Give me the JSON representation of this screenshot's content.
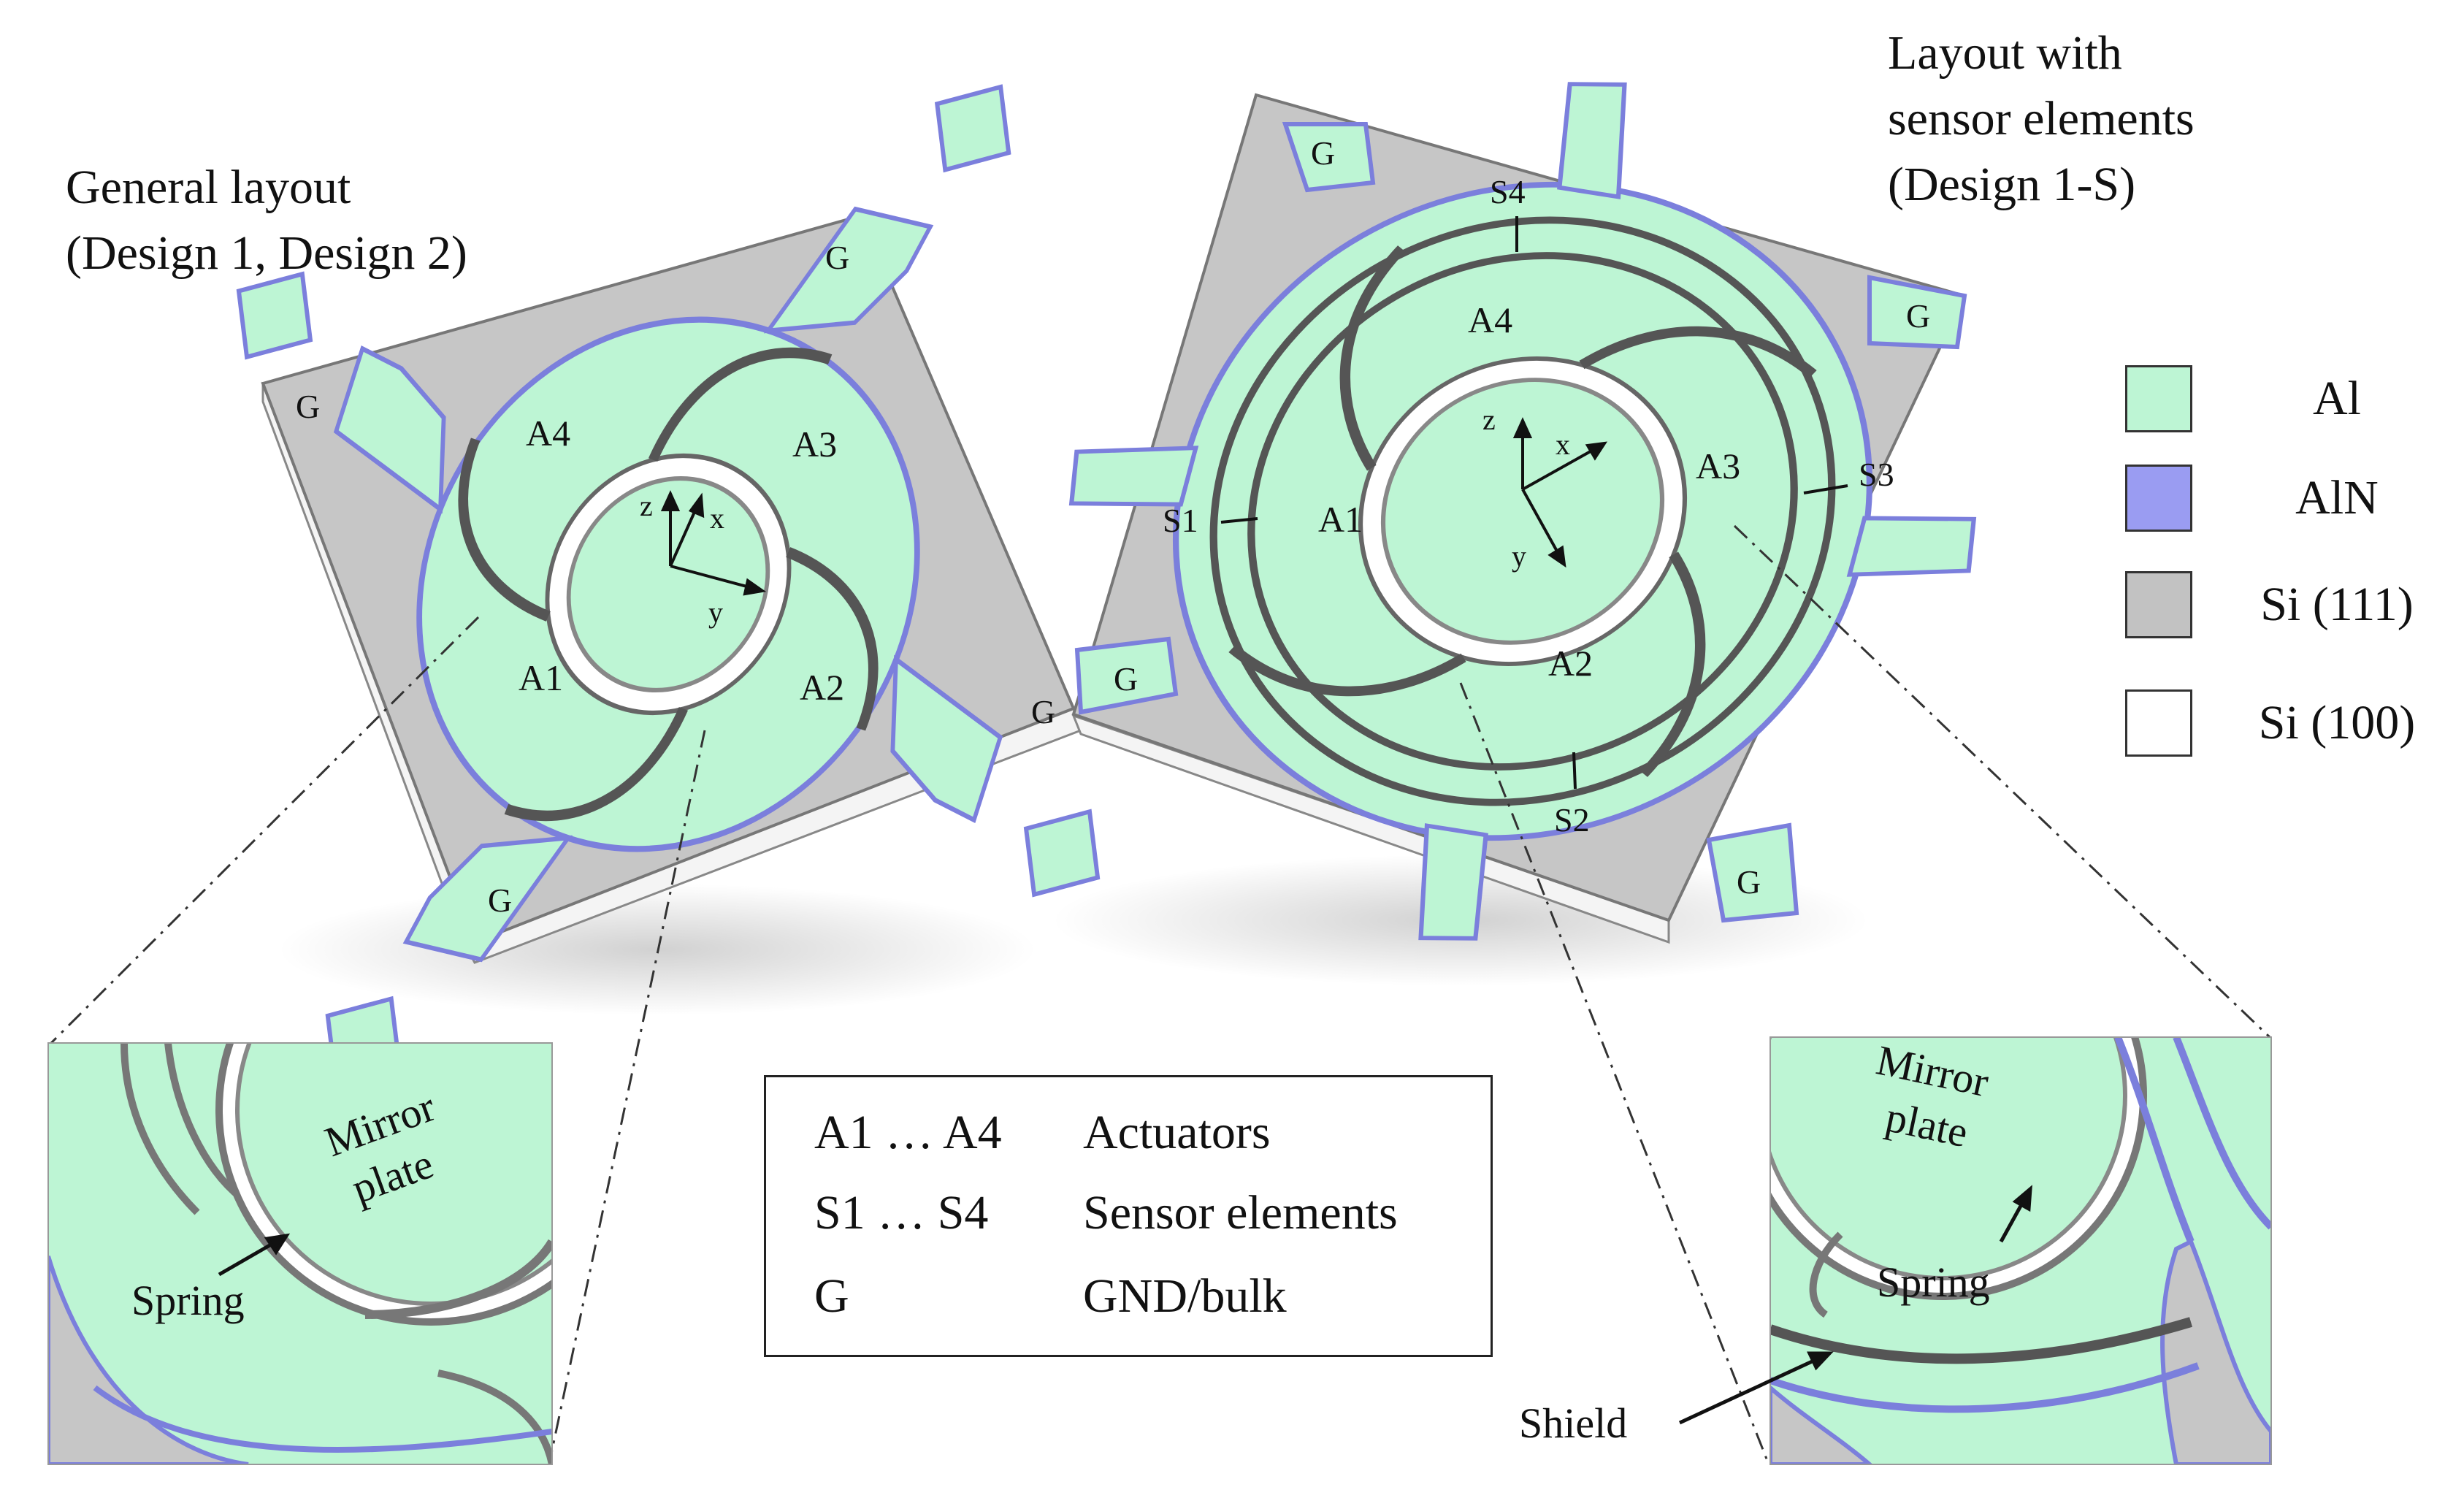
{
  "captions": {
    "general": [
      "General layout",
      "(Design 1, Design 2)"
    ],
    "sensor": [
      "Layout with",
      "sensor elements",
      "(Design 1-S)"
    ]
  },
  "chip1": {
    "actuators": [
      "A1",
      "A2",
      "A3",
      "A4"
    ],
    "ground": "G",
    "axes": {
      "x": "x",
      "y": "y",
      "z": "z"
    }
  },
  "chip2": {
    "actuators": [
      "A1",
      "A2",
      "A3",
      "A4"
    ],
    "sensors": [
      "S1",
      "S2",
      "S3",
      "S4"
    ],
    "ground": "G",
    "axes": {
      "x": "x",
      "y": "y",
      "z": "z"
    }
  },
  "zoom_left": {
    "mirror": [
      "Mirror",
      "plate"
    ],
    "spring": "Spring"
  },
  "zoom_right": {
    "mirror": [
      "Mirror",
      "plate"
    ],
    "spring": "Spring",
    "shield": "Shield"
  },
  "legend": [
    {
      "label": "Al",
      "color": "#bdf5d4"
    },
    {
      "label": "AlN",
      "color": "#9a9cf2"
    },
    {
      "label": "Si (111)",
      "color": "#c2c2c2"
    },
    {
      "label": "Si (100)",
      "color": "#ffffff"
    }
  ],
  "key": [
    {
      "code": "A1 … A4",
      "desc": "Actuators"
    },
    {
      "code": "S1 … S4",
      "desc": "Sensor elements"
    },
    {
      "code": "G",
      "desc": "GND/bulk"
    }
  ],
  "colors": {
    "al": "#bdf5d4",
    "aln": "#8f92e6",
    "si111": "#c6c6c6",
    "si100": "#ffffff",
    "edge": "#5a5a5a"
  }
}
